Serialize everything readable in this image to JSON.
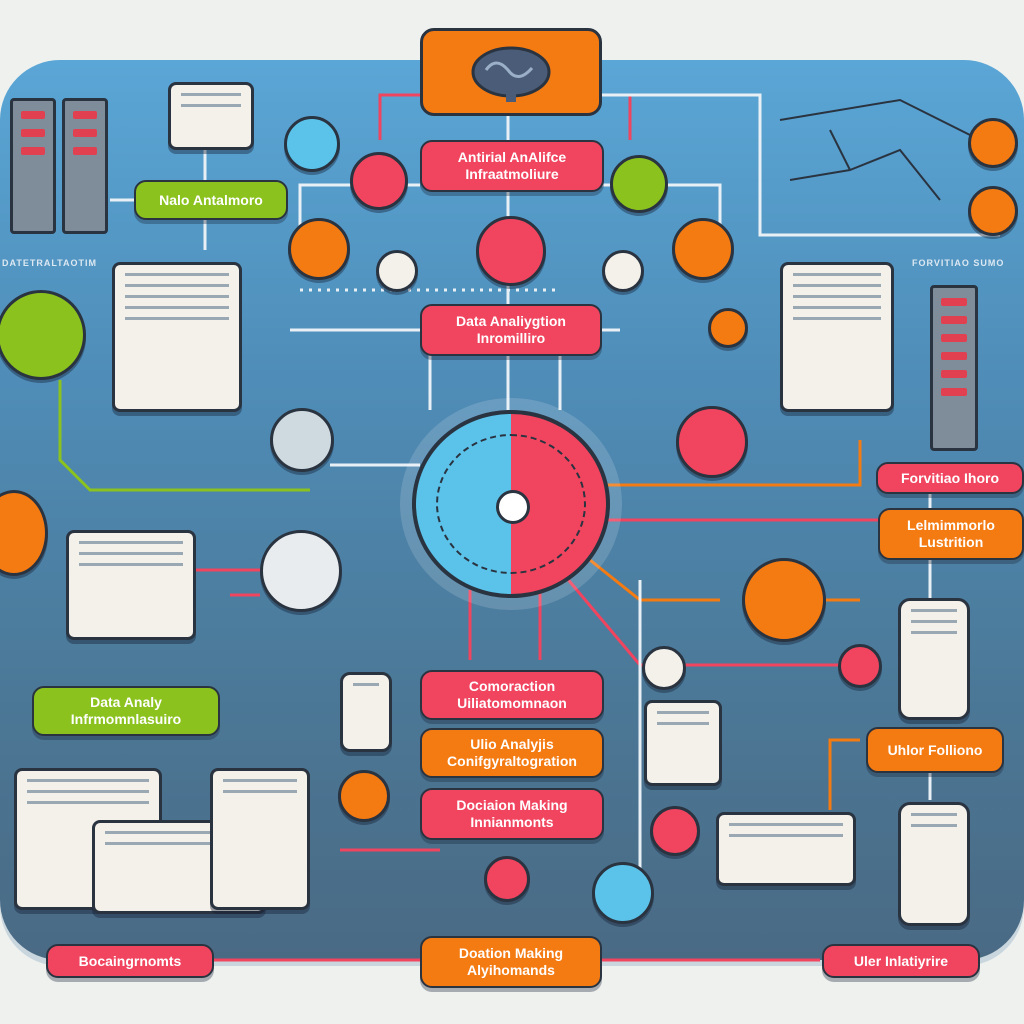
{
  "colors": {
    "pink": "#f0445f",
    "orange": "#f47a12",
    "green": "#8bc21e",
    "panel": "#4f8db8",
    "outline": "#2a3340"
  },
  "header": {
    "icon": "brain-icon"
  },
  "labels": {
    "ai_infrastructure": "Antirial AnAlifce Infraatmoliure",
    "nalo": "Nalo Antalmoro",
    "data_analysis": "Data Analiygtion Inromilliro",
    "data_analy_infra": "Data Analy Infrmomnlasuiro",
    "communication": "Comoraction Uiliatomomnaon",
    "ulio": "Ulio Analyjis Conifgyraltogration",
    "decision_instruments": "Dociaion Making Innianmonts",
    "decision_algorithms": "Doation Making Alyihomands",
    "background": "Bocaingrnomts",
    "user_interface": "Uler Inlatiyrire",
    "lelm": "Lelmimmorlo Lustrition",
    "forvitiao": "Forvitiao Ihoro",
    "uhlor": "Uhlor Folliono"
  },
  "captions": {
    "left_top": "DATETRALTAOTIM",
    "right_top": "FORVITIAO SUMO"
  }
}
